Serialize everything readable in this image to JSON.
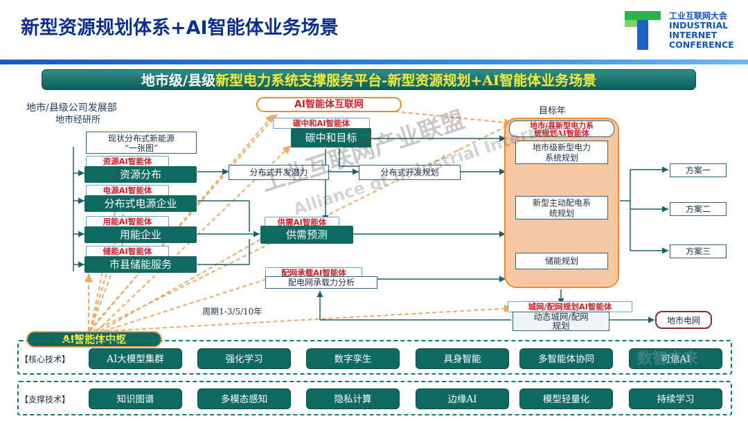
{
  "header": {
    "title": "新型资源规划体系+AI智能体业务场景",
    "logo_lines": [
      "工业互联网大会",
      "INDUSTRIAL",
      "INTERNET",
      "CONFERENCE"
    ]
  },
  "banner": {
    "part1": "地市级/县级",
    "part2": "新型电力系统支撑服务平台-新型资源规划+AI智能体业务场景"
  },
  "left_header": {
    "dept": "地市/县级公司发展部",
    "institute": "地市经研所"
  },
  "ai_internet": "AI智能体互联网",
  "current_map": [
    "现状分布式新能源",
    "“一张图”"
  ],
  "left_modules": [
    {
      "tag": "资源AI智能体",
      "label": "资源分布"
    },
    {
      "tag": "电源AI智能体",
      "label": "分布式电源企业"
    },
    {
      "tag": "用能AI智能体",
      "label": "用能企业"
    },
    {
      "tag": "储能AI智能体",
      "label": "市县储能服务"
    }
  ],
  "carbon": {
    "tag": "碳中和AI智能体",
    "label": "碳中和目标"
  },
  "dist_potential": "分布式开发潜力",
  "dist_planning": "分布式开发规划",
  "supply": {
    "tag": "供需AI智能体",
    "label": "供需预测"
  },
  "carrying": {
    "tag": "配网承载AI智能体",
    "label": "配电网承载力分析"
  },
  "cycle": "周期1-3/5/10年",
  "target_year": "目标年",
  "panel": {
    "head": [
      "地市/县新型电力系",
      "统规划AI智能体"
    ],
    "box1": [
      "地市级新型电力",
      "系统规划"
    ],
    "box2": [
      "新型主动配电系",
      "统规划"
    ],
    "box3": "储能规划"
  },
  "schemes": [
    "方案一",
    "方案二",
    "方案三"
  ],
  "grid": {
    "tag": "城网/配网规划AI智能体",
    "label": [
      "动态城网/配网",
      "规划"
    ]
  },
  "city_grid": "地市电网",
  "hub": "AI智能体中枢",
  "core": {
    "label": "【核心技术】",
    "items": [
      "AI大模型集群",
      "强化学习",
      "数字孪生",
      "具身智能",
      "多智能体协同",
      "可信AI"
    ]
  },
  "support": {
    "label": "【支撑技术】",
    "items": [
      "知识图谱",
      "多模态感知",
      "隐私计算",
      "边缘AI",
      "模型轻量化",
      "持续学习"
    ]
  },
  "watermark": [
    "工业互联网产业联盟",
    "Alliance of Industrial Internet"
  ],
  "corner_watermark": "数智未来",
  "colors": {
    "teal": "#0e6a61",
    "title_blue": "#0b2f8c",
    "orange": "#ef8b2f",
    "red_label": "#d0202a",
    "yellow": "#f6ea3a"
  }
}
